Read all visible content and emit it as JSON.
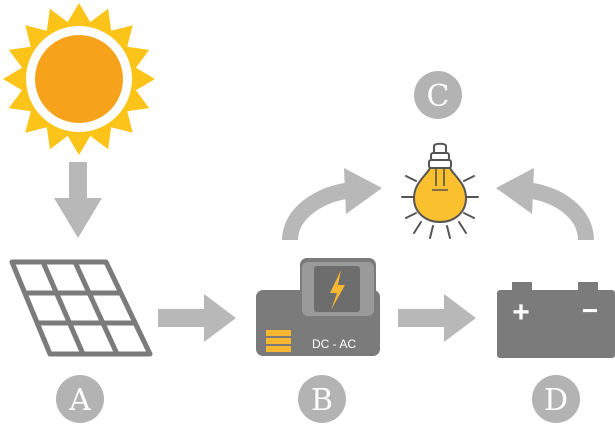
{
  "labels": {
    "panel": "A",
    "inverter": "B",
    "bulb": "C",
    "battery": "D"
  },
  "inverter": {
    "text": "DC - AC"
  },
  "battery": {
    "plus": "+",
    "minus": "−"
  },
  "icons": {
    "sun": "sun-icon",
    "panel": "solar-panel-icon",
    "inverter": "inverter-icon",
    "bulb": "light-bulb-icon",
    "battery": "battery-icon"
  },
  "colors": {
    "sun_core": "#f7a21b",
    "sun_rays": "#fcc419",
    "gray_dark": "#7b7b7b",
    "gray_mid": "#9a9a9a",
    "gray_light": "#b8b8b8",
    "label_circle": "#b3b3b3",
    "bolt": "#f7b731",
    "bulb": "#fbc02d"
  }
}
